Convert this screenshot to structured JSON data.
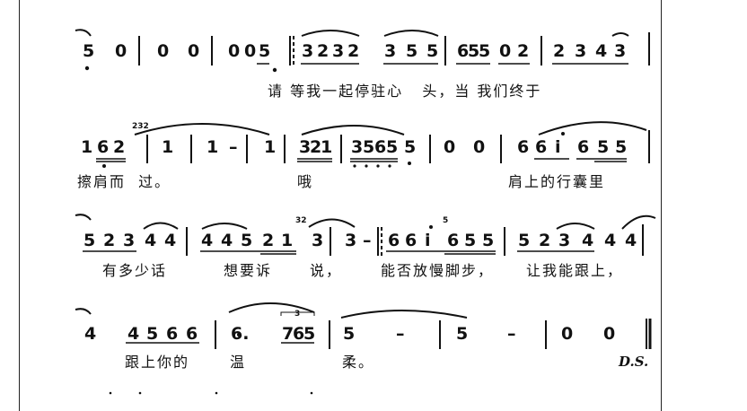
{
  "rows": [
    {
      "notes": [
        "5",
        "0",
        "0",
        "0",
        "0",
        "0",
        "5",
        "3",
        "2",
        "3",
        "2",
        "3",
        "5",
        "5",
        "6",
        "5",
        "5",
        "0",
        "2",
        "2",
        "3",
        "4",
        "3"
      ],
      "lyrics": "请 等我一起停驻心   头，当 我们终于"
    },
    {
      "grace": "232",
      "notes": [
        "1",
        "6",
        "2",
        "1",
        "1",
        "–",
        "1",
        "3",
        "2",
        "1",
        "3",
        "5",
        "6",
        "5",
        "5",
        "0",
        "0",
        "6",
        "6",
        "i",
        "6",
        "5",
        "5"
      ],
      "lyrics": [
        "擦肩而  过。",
        "哦",
        "肩上的行囊里"
      ]
    },
    {
      "grace": "32",
      "notes": [
        "5",
        "2",
        "3",
        "4",
        "4",
        "4",
        "4",
        "5",
        "2",
        "1",
        "3",
        "3",
        "–",
        "6",
        "6",
        "i",
        "6",
        "5",
        "5",
        "5",
        "2",
        "3",
        "4",
        "4",
        "4"
      ],
      "grace2": "5",
      "lyrics": [
        "有多少话",
        "想要诉",
        "说，",
        "能否放慢脚步，",
        "让我能跟上，"
      ]
    },
    {
      "triplet": "3",
      "notes": [
        "4",
        "4",
        "5",
        "6",
        "6",
        "6.",
        "7",
        "6",
        "5",
        "5",
        "–",
        "5",
        "–",
        "0",
        "0"
      ],
      "lyrics": [
        "跟上你的",
        "温",
        "柔。"
      ],
      "ds": "D.S."
    }
  ]
}
